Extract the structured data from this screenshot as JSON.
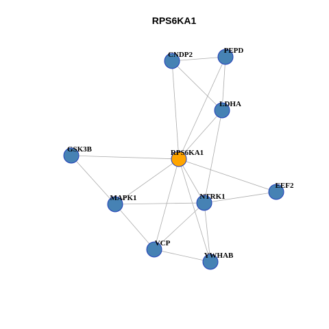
{
  "title": "RPS6KA1",
  "colors": {
    "hub_fill": "#ffa500",
    "node_fill": "#4682b4",
    "node_stroke": "#1f3cb8",
    "edge": "#aaaaaa"
  },
  "nodes": [
    {
      "id": "RPS6KA1",
      "label": "RPS6KA1",
      "hub": true
    },
    {
      "id": "CNDP2",
      "label": "CNDP2",
      "hub": false
    },
    {
      "id": "PEPD",
      "label": "PEPD",
      "hub": false
    },
    {
      "id": "LDHA",
      "label": "LDHA",
      "hub": false
    },
    {
      "id": "GSK3B",
      "label": "GSK3B",
      "hub": false
    },
    {
      "id": "EEF2",
      "label": "EEF2",
      "hub": false
    },
    {
      "id": "NTRK1",
      "label": "NTRK1",
      "hub": false
    },
    {
      "id": "MAPK1",
      "label": "MAPK1",
      "hub": false
    },
    {
      "id": "VCP",
      "label": "VCP",
      "hub": false
    },
    {
      "id": "YWHAB",
      "label": "YWHAB",
      "hub": false
    }
  ],
  "edges": [
    [
      "CNDP2",
      "PEPD"
    ],
    [
      "CNDP2",
      "LDHA"
    ],
    [
      "CNDP2",
      "RPS6KA1"
    ],
    [
      "PEPD",
      "LDHA"
    ],
    [
      "PEPD",
      "RPS6KA1"
    ],
    [
      "LDHA",
      "RPS6KA1"
    ],
    [
      "LDHA",
      "NTRK1"
    ],
    [
      "GSK3B",
      "RPS6KA1"
    ],
    [
      "GSK3B",
      "MAPK1"
    ],
    [
      "RPS6KA1",
      "EEF2"
    ],
    [
      "RPS6KA1",
      "MAPK1"
    ],
    [
      "RPS6KA1",
      "NTRK1"
    ],
    [
      "RPS6KA1",
      "VCP"
    ],
    [
      "RPS6KA1",
      "YWHAB"
    ],
    [
      "MAPK1",
      "NTRK1"
    ],
    [
      "MAPK1",
      "VCP"
    ],
    [
      "NTRK1",
      "EEF2"
    ],
    [
      "NTRK1",
      "VCP"
    ],
    [
      "NTRK1",
      "YWHAB"
    ],
    [
      "VCP",
      "YWHAB"
    ]
  ]
}
